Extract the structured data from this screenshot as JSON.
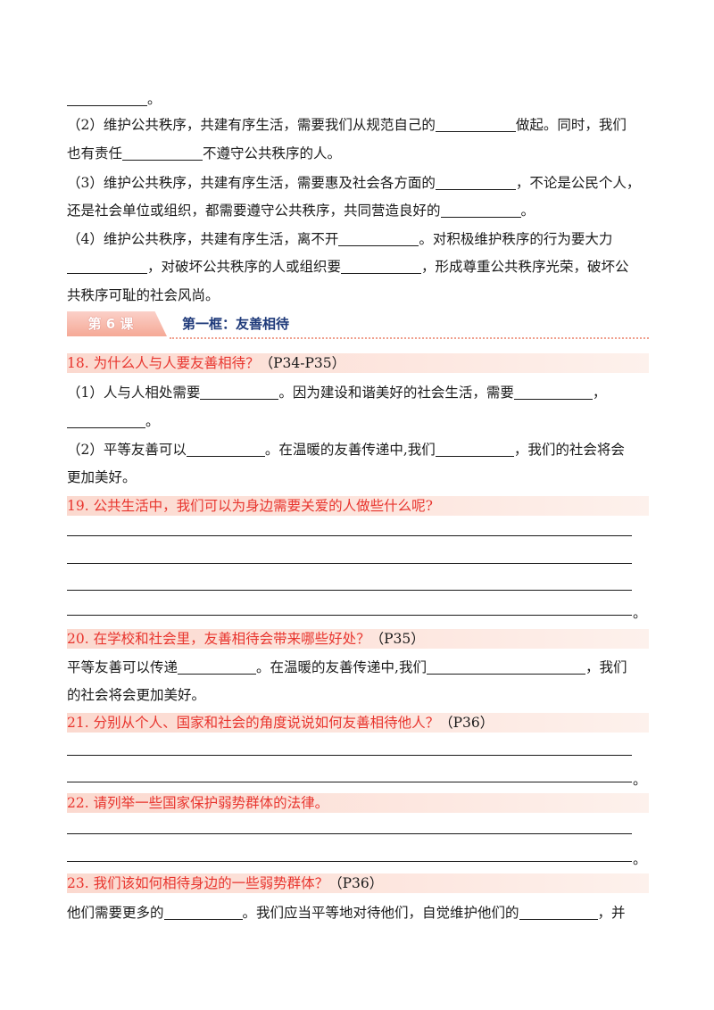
{
  "p1": {
    "l0_end": "。",
    "l1_a": "（2）维护公共秩序，共建有序生活，需要我们从规范自己的",
    "l1_b": "做起。同时，我们",
    "l2_a": "也有责任",
    "l2_b": "不遵守公共秩序的人。",
    "l3_a": "（3）维护公共秩序，共建有序生活，需要惠及社会各方面的",
    "l3_b": "，不论是公民个人，",
    "l4_a": "还是社会单位或组织，都需要遵守公共秩序，共同营造良好的",
    "l4_b": "。",
    "l5_a": "（4）维护公共秩序，共建有序生活，离不开",
    "l5_b": "。对积极维护秩序的行为要大力",
    "l6_a": "，对破坏公共秩序的人或组织要",
    "l6_b": "，形成尊重公共秩序光荣，破坏公",
    "l7": "共秩序可耻的社会风尚。"
  },
  "lesson": {
    "tab": "第 6 课",
    "title": "第一框：友善相待"
  },
  "q18": {
    "title": "18. 为什么人与人要友善相待？",
    "ref": "（P34-P35）",
    "l1_a": "（1）人与人相处需要",
    "l1_b": "。因为建设和谐美好的社会生活，需要",
    "l1_c": "，",
    "l2_end": "。",
    "l3_a": "（2）平等友善可以",
    "l3_b": "。在温暖的友善传递中,我们",
    "l3_c": "，我们的社会将会",
    "l4": "更加美好。"
  },
  "q19": {
    "title": "19. 公共生活中，我们可以为身边需要关爱的人做些什么呢?",
    "end": "。"
  },
  "q20": {
    "title": "20. 在学校和社会里，友善相待会带来哪些好处？",
    "ref": "（P35）",
    "l1_a": "平等友善可以传递",
    "l1_b": "。在温暖的友善传递中,我们",
    "l1_c": "，我们",
    "l2": "的社会将会更加美好。"
  },
  "q21": {
    "title": "21. 分别从个人、国家和社会的角度说说如何友善相待他人？",
    "ref": "（P36）",
    "end": "。"
  },
  "q22": {
    "title": "22. 请列举一些国家保护弱势群体的法律。",
    "end": "。"
  },
  "q23": {
    "title": "23. 我们该如何相待身边的一些弱势群体？",
    "ref": "（P36）",
    "l1_a": "他们需要更多的",
    "l1_b": "。我们应当平等地对待他们，自觉维护他们的",
    "l1_c": "，并"
  }
}
